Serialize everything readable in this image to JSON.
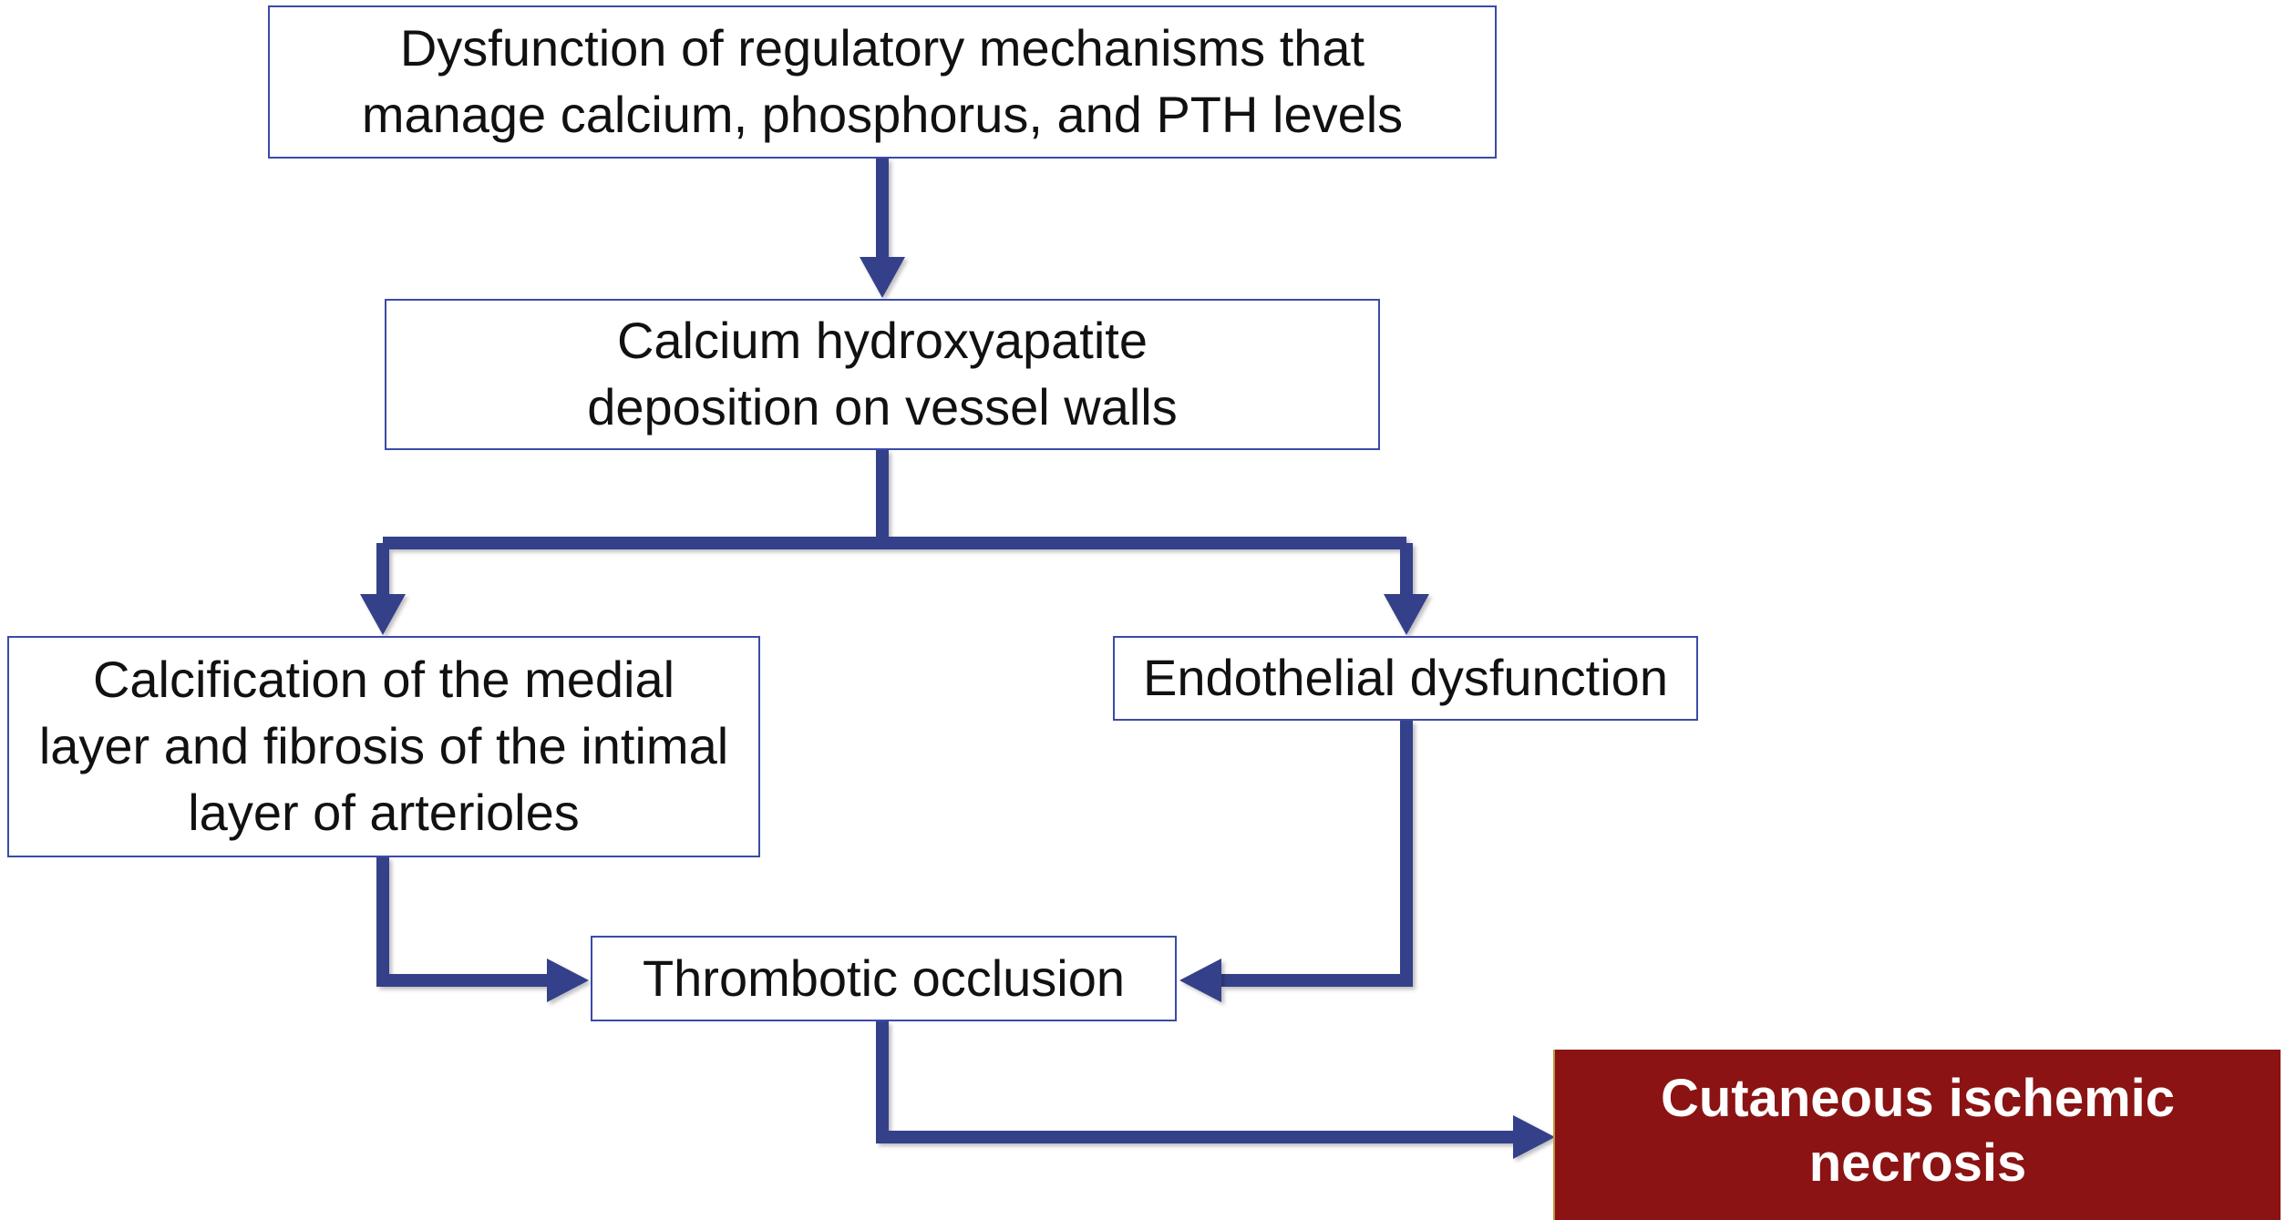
{
  "diagram": {
    "nodes": [
      {
        "id": "dysfunction",
        "text": "Dysfunction of regulatory mechanisms that\nmanage calcium, phosphorus, and PTH levels"
      },
      {
        "id": "deposition",
        "text": "Calcium hydroxyapatite\ndeposition on vessel walls"
      },
      {
        "id": "calcification",
        "text": "Calcification of the medial\nlayer and fibrosis of the intimal\nlayer of arterioles"
      },
      {
        "id": "endothelial",
        "text": "Endothelial dysfunction"
      },
      {
        "id": "thrombotic",
        "text": "Thrombotic occlusion"
      },
      {
        "id": "necrosis",
        "text": "Cutaneous ischemic\nnecrosis"
      }
    ],
    "edges": [
      {
        "from": "dysfunction",
        "to": "deposition"
      },
      {
        "from": "deposition",
        "to": "calcification"
      },
      {
        "from": "deposition",
        "to": "endothelial"
      },
      {
        "from": "calcification",
        "to": "thrombotic"
      },
      {
        "from": "endothelial",
        "to": "thrombotic"
      },
      {
        "from": "thrombotic",
        "to": "necrosis"
      }
    ],
    "colors": {
      "arrow": "#36418a",
      "box_border": "#3b4aa8",
      "outcome_fill": "#8b1313",
      "outcome_text": "#ffffff"
    }
  }
}
